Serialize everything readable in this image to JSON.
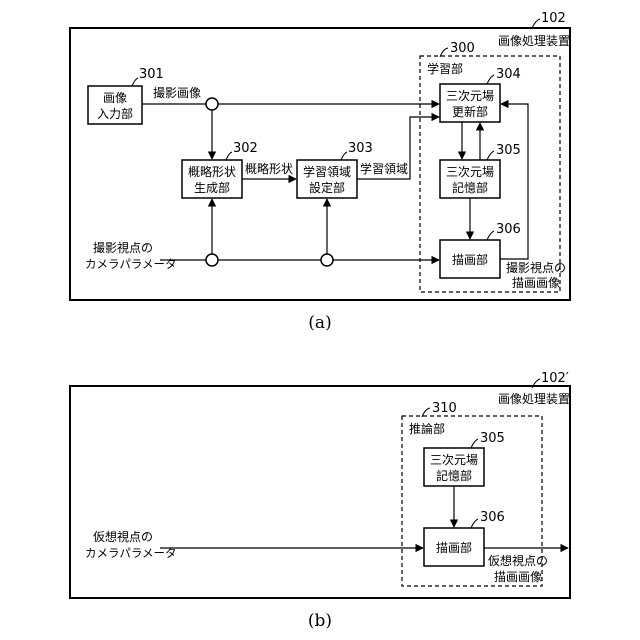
{
  "figure_a": {
    "device": {
      "ref": "102",
      "label": "画像処理装置"
    },
    "learning_unit": {
      "ref": "300",
      "label": "学習部"
    },
    "blocks": {
      "image_input": {
        "ref": "301",
        "line1": "画像",
        "line2": "入力部"
      },
      "shape_gen": {
        "ref": "302",
        "line1": "概略形状",
        "line2": "生成部"
      },
      "region_set": {
        "ref": "303",
        "line1": "学習領域",
        "line2": "設定部"
      },
      "field_update": {
        "ref": "304",
        "line1": "三次元場",
        "line2": "更新部"
      },
      "field_store": {
        "ref": "305",
        "line1": "三次元場",
        "line2": "記憶部"
      },
      "renderer": {
        "ref": "306",
        "label": "描画部"
      }
    },
    "signals": {
      "captured_image": "撮影画像",
      "rough_shape": "概略形状",
      "learning_region": "学習領域",
      "cam_params_1": "撮影視点の",
      "cam_params_2": "カメラパラメータ",
      "render_out_1": "撮影視点の",
      "render_out_2": "描画画像"
    },
    "caption": "(a)"
  },
  "figure_b": {
    "device": {
      "ref": "102′",
      "label": "画像処理装置"
    },
    "inference_unit": {
      "ref": "310",
      "label": "推論部"
    },
    "blocks": {
      "field_store": {
        "ref": "305",
        "line1": "三次元場",
        "line2": "記憶部"
      },
      "renderer": {
        "ref": "306",
        "label": "描画部"
      }
    },
    "signals": {
      "cam_params_1": "仮想視点の",
      "cam_params_2": "カメラパラメータ",
      "render_out_1": "仮想視点の",
      "render_out_2": "描画画像"
    },
    "caption": "(b)"
  }
}
